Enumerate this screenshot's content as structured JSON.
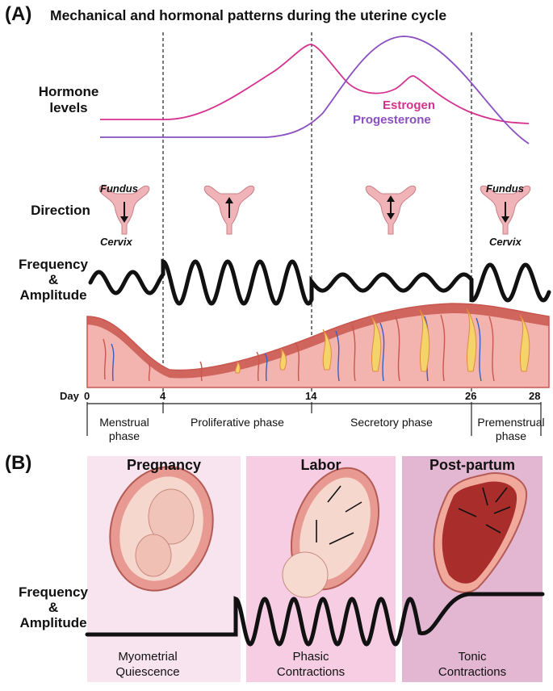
{
  "panel_a": {
    "label": "(A)",
    "title": "Mechanical and hormonal patterns during the uterine cycle",
    "hormone_label": "Hormone levels",
    "estrogen_label": "Estrogen",
    "progesterone_label": "Progesterone",
    "direction_label": "Direction",
    "fundus": "Fundus",
    "cervix": "Cervix",
    "freq_label_1": "Frequency",
    "freq_label_2": "&",
    "freq_label_3": "Amplitude",
    "day_label": "Day",
    "days": [
      "0",
      "4",
      "14",
      "26",
      "28"
    ],
    "phases": {
      "menstrual_1": "Menstrual",
      "menstrual_2": "phase",
      "proliferative": "Proliferative phase",
      "secretory": "Secretory phase",
      "premenstrual_1": "Premenstrual",
      "premenstrual_2": "phase"
    },
    "colors": {
      "estrogen": "#d6318f",
      "progesterone": "#8a4fc0",
      "wave": "#111111",
      "tissue": "#f0a8a8"
    }
  },
  "panel_b": {
    "label": "(B)",
    "pregnancy": "Pregnancy",
    "labor": "Labor",
    "postpartum": "Post-partum",
    "freq_label_1": "Frequency",
    "freq_label_2": "&",
    "freq_label_3": "Amplitude",
    "quiescence_1": "Myometrial",
    "quiescence_2": "Quiescence",
    "phasic_1": "Phasic",
    "phasic_2": "Contractions",
    "tonic_1": "Tonic",
    "tonic_2": "Contractions",
    "colors": {
      "pregnancy_bg": "#f7e4ee",
      "labor_bg": "#f6cde3",
      "postpartum_bg": "#e3b6d1"
    }
  }
}
